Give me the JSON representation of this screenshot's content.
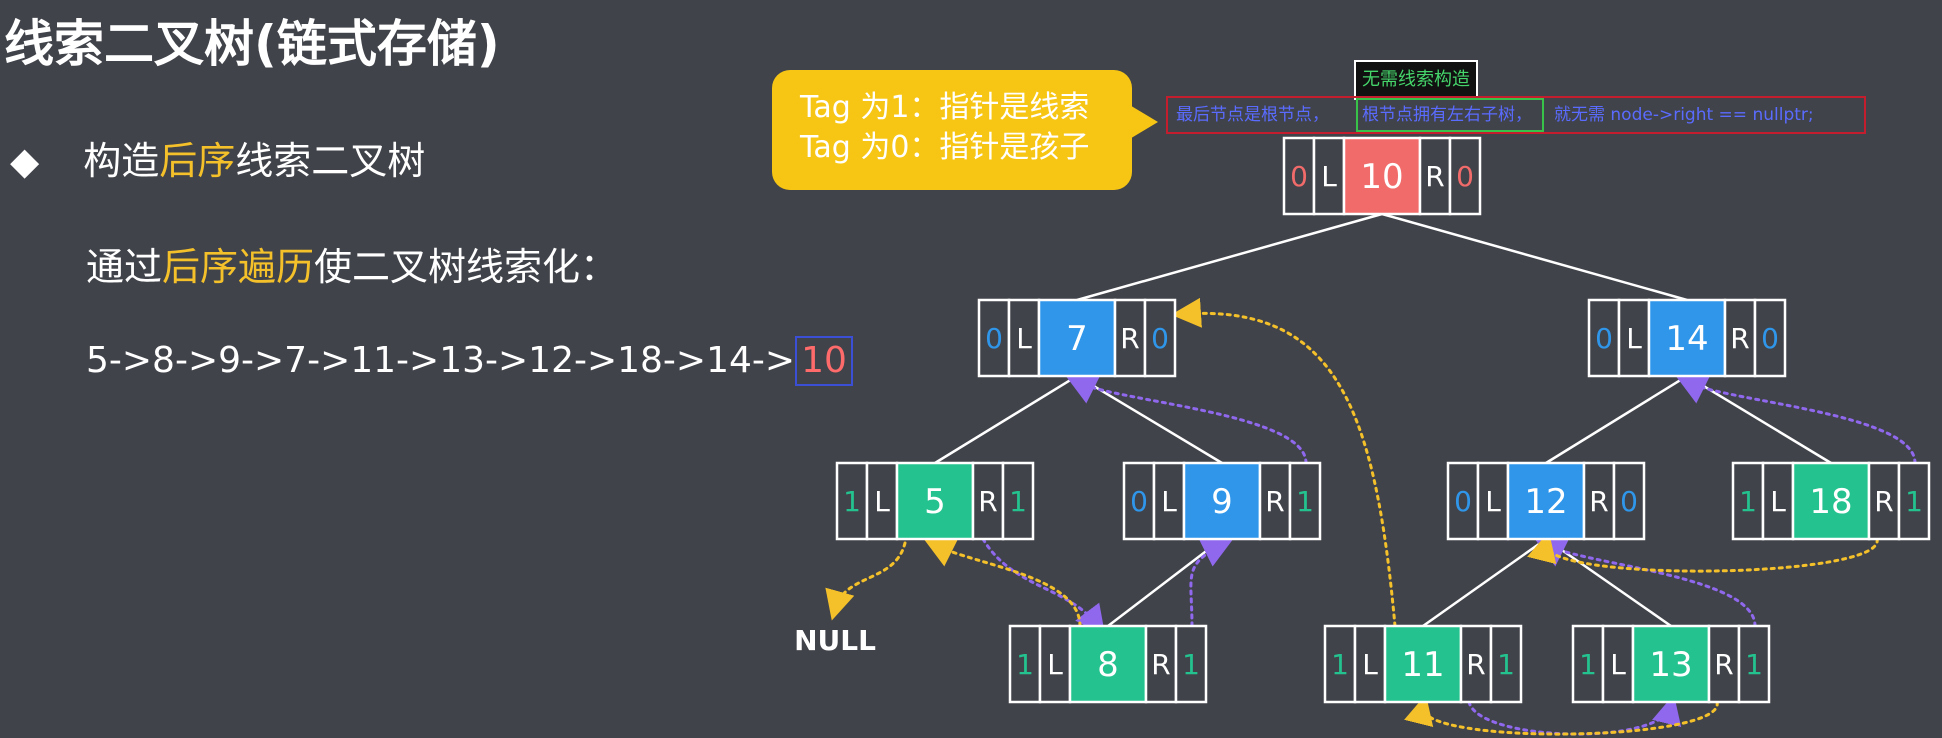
{
  "title": "线索二叉树(链式存储)",
  "bullet": {
    "symbol": "◆",
    "before": "构造",
    "highlight": "后序",
    "after": "线索二叉树"
  },
  "subtitle": {
    "before": "通过",
    "highlight": "后序遍历",
    "after": "使二叉树线索化："
  },
  "sequence": {
    "text": "5->8->9->7->11->13->12->18->14->",
    "last": "10"
  },
  "callout": {
    "line1": "Tag 为1：指针是线索",
    "line2": "Tag 为0：指针是孩子"
  },
  "note_top": "无需线索构造",
  "note_line": {
    "part1": "最后节点是根节点，",
    "part2": "根节点拥有左右子树，",
    "part3": "就无需 node->right == nullptr;"
  },
  "null_label": "NULL",
  "colors": {
    "background": "#40434a",
    "highlight": "#f5c12a",
    "root_node": "#f26b6b",
    "internal_node": "#2f96ea",
    "leaf_node": "#23c28e",
    "thread_yellow": "#f5c12a",
    "thread_purple": "#8f68ee",
    "tag_zero": "#2f96ea",
    "tag_one": "#23c28e"
  },
  "tree": {
    "nodes": [
      {
        "id": "n10",
        "value": "10",
        "kind": "root",
        "ltag": "0",
        "rtag": "0",
        "l": "L",
        "r": "R"
      },
      {
        "id": "n7",
        "value": "7",
        "kind": "internal",
        "ltag": "0",
        "rtag": "0",
        "l": "L",
        "r": "R"
      },
      {
        "id": "n14",
        "value": "14",
        "kind": "internal",
        "ltag": "0",
        "rtag": "0",
        "l": "L",
        "r": "R"
      },
      {
        "id": "n5",
        "value": "5",
        "kind": "leaf",
        "ltag": "1",
        "rtag": "1",
        "l": "L",
        "r": "R"
      },
      {
        "id": "n9",
        "value": "9",
        "kind": "internal",
        "ltag": "0",
        "rtag": "1",
        "l": "L",
        "r": "R"
      },
      {
        "id": "n12",
        "value": "12",
        "kind": "internal",
        "ltag": "0",
        "rtag": "0",
        "l": "L",
        "r": "R"
      },
      {
        "id": "n18",
        "value": "18",
        "kind": "leaf",
        "ltag": "1",
        "rtag": "1",
        "l": "L",
        "r": "R"
      },
      {
        "id": "n8",
        "value": "8",
        "kind": "leaf",
        "ltag": "1",
        "rtag": "1",
        "l": "L",
        "r": "R"
      },
      {
        "id": "n11",
        "value": "11",
        "kind": "leaf",
        "ltag": "1",
        "rtag": "1",
        "l": "L",
        "r": "R"
      },
      {
        "id": "n13",
        "value": "13",
        "kind": "leaf",
        "ltag": "1",
        "rtag": "1",
        "l": "L",
        "r": "R"
      }
    ],
    "edges": [
      [
        "n10",
        "n7"
      ],
      [
        "n10",
        "n14"
      ],
      [
        "n7",
        "n5"
      ],
      [
        "n7",
        "n9"
      ],
      [
        "n9",
        "n8"
      ],
      [
        "n14",
        "n12"
      ],
      [
        "n14",
        "n18"
      ],
      [
        "n12",
        "n11"
      ],
      [
        "n12",
        "n13"
      ]
    ],
    "threads": [
      {
        "from": "n5",
        "to": "null",
        "side": "left",
        "color": "yellow"
      },
      {
        "from": "n5",
        "to": "n8",
        "side": "right",
        "color": "purple"
      },
      {
        "from": "n8",
        "to": "n5",
        "side": "left",
        "color": "yellow"
      },
      {
        "from": "n8",
        "to": "n9",
        "side": "right",
        "color": "purple"
      },
      {
        "from": "n9",
        "to": "n7",
        "side": "right",
        "color": "purple"
      },
      {
        "from": "n11",
        "to": "n7",
        "side": "left",
        "color": "yellow"
      },
      {
        "from": "n11",
        "to": "n13",
        "side": "right",
        "color": "purple"
      },
      {
        "from": "n13",
        "to": "n11",
        "side": "left",
        "color": "yellow"
      },
      {
        "from": "n13",
        "to": "n12",
        "side": "right",
        "color": "purple"
      },
      {
        "from": "n18",
        "to": "n12",
        "side": "left",
        "color": "yellow"
      },
      {
        "from": "n18",
        "to": "n14",
        "side": "right",
        "color": "purple"
      }
    ]
  }
}
